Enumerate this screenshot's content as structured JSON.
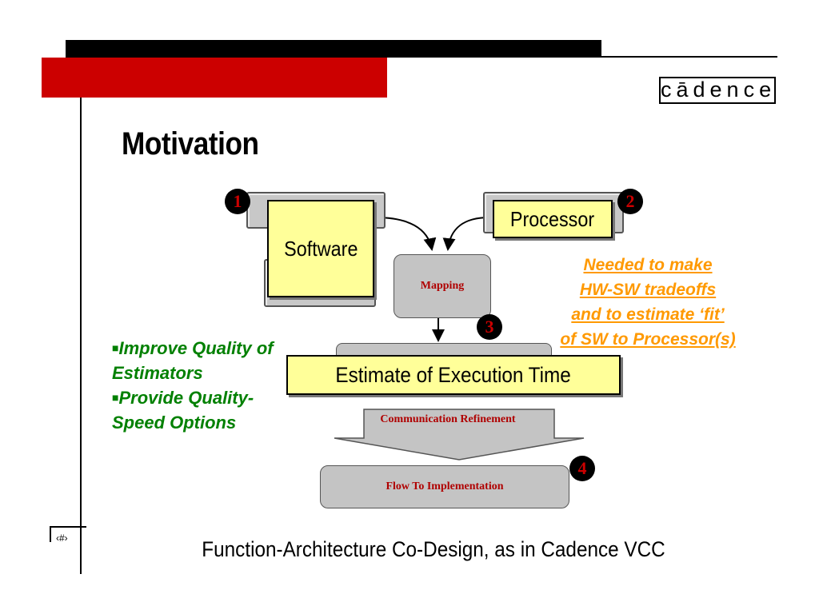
{
  "logo": {
    "text": "cādence"
  },
  "title": "Motivation",
  "diagram": {
    "software_label": "Software",
    "processor_label": "Processor",
    "mapping_label": "Mapping",
    "estimate_label": "Estimate of Execution Time",
    "comm_refinement_label": "Communication Refinement",
    "flow_label": "Flow To Implementation",
    "badges": [
      "1",
      "2",
      "3",
      "4"
    ]
  },
  "note": {
    "lines": [
      "Needed to make",
      "HW-SW tradeoffs",
      "and to estimate ‘fit’",
      "of SW to Processor(s)"
    ]
  },
  "bullets": {
    "items": [
      "Improve Quality of Estimators",
      "Provide Quality-Speed Options"
    ]
  },
  "footer": "Function-Architecture Co-Design, as in Cadence VCC",
  "page_number": "‹#›",
  "colors": {
    "accent_red": "#cc0000",
    "note_orange": "#ff9900",
    "bullet_green": "#008000",
    "box_yellow": "#ffff99"
  }
}
